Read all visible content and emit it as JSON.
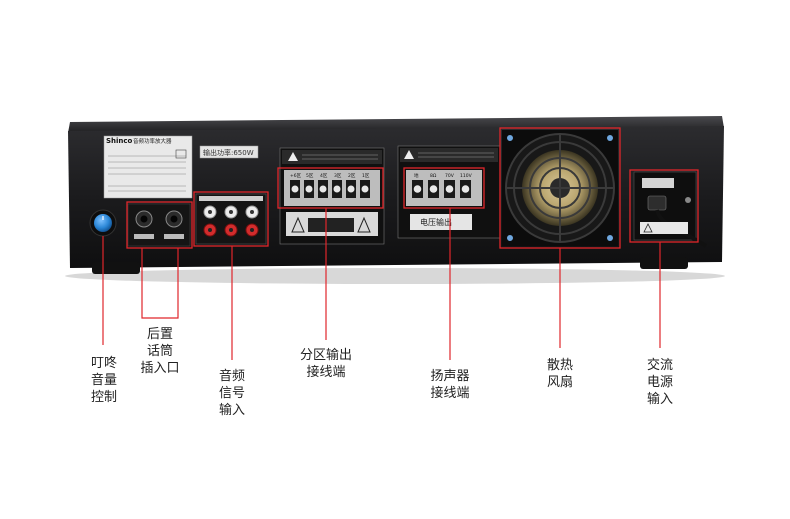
{
  "panel": {
    "brand": "Shinco",
    "brand_sub": "音频功率放大器",
    "output_power": "输出功率:650W",
    "zone_tags": [
      "+6区",
      "5区",
      "4区",
      "3区",
      "2区",
      "1区"
    ],
    "speaker_tags": [
      "地",
      "8Ω",
      "70V",
      "110V"
    ],
    "voltage_out": "电压输出"
  },
  "callouts": [
    {
      "id": "chime-volume",
      "text": "叮咚\n音量\n控制"
    },
    {
      "id": "rear-mic",
      "text": "后置\n话筒\n插入口"
    },
    {
      "id": "audio-input",
      "text": "音频\n信号\n输入"
    },
    {
      "id": "zone-output",
      "text": "分区输出\n接线端"
    },
    {
      "id": "speaker-terminal",
      "text": "扬声器\n接线端"
    },
    {
      "id": "cooling-fan",
      "text": "散热\n风扇"
    },
    {
      "id": "ac-power",
      "text": "交流\n电源\n输入"
    }
  ],
  "colors": {
    "callout_line": "#e0262b",
    "chassis": "#1c1c1e",
    "knob": "#2a86d6"
  }
}
